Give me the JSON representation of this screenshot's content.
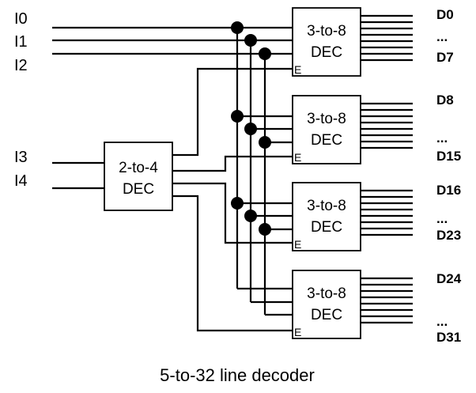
{
  "inputs": {
    "i0": "I0",
    "i1": "I1",
    "i2": "I2",
    "i3": "I3",
    "i4": "I4"
  },
  "two_to_four": {
    "line1": "2-to-4",
    "line2": "DEC"
  },
  "decoders": [
    {
      "line1": "3-to-8",
      "line2": "DEC",
      "enable": "E",
      "out_first": "D0",
      "ellipsis": "...",
      "out_last": "D7"
    },
    {
      "line1": "3-to-8",
      "line2": "DEC",
      "enable": "E",
      "out_first": "D8",
      "ellipsis": "...",
      "out_last": "D15"
    },
    {
      "line1": "3-to-8",
      "line2": "DEC",
      "enable": "E",
      "out_first": "D16",
      "ellipsis": "...",
      "out_last": "D23"
    },
    {
      "line1": "3-to-8",
      "line2": "DEC",
      "enable": "E",
      "out_first": "D24",
      "ellipsis": "...",
      "out_last": "D31"
    }
  ],
  "caption": "5-to-32 line decoder"
}
